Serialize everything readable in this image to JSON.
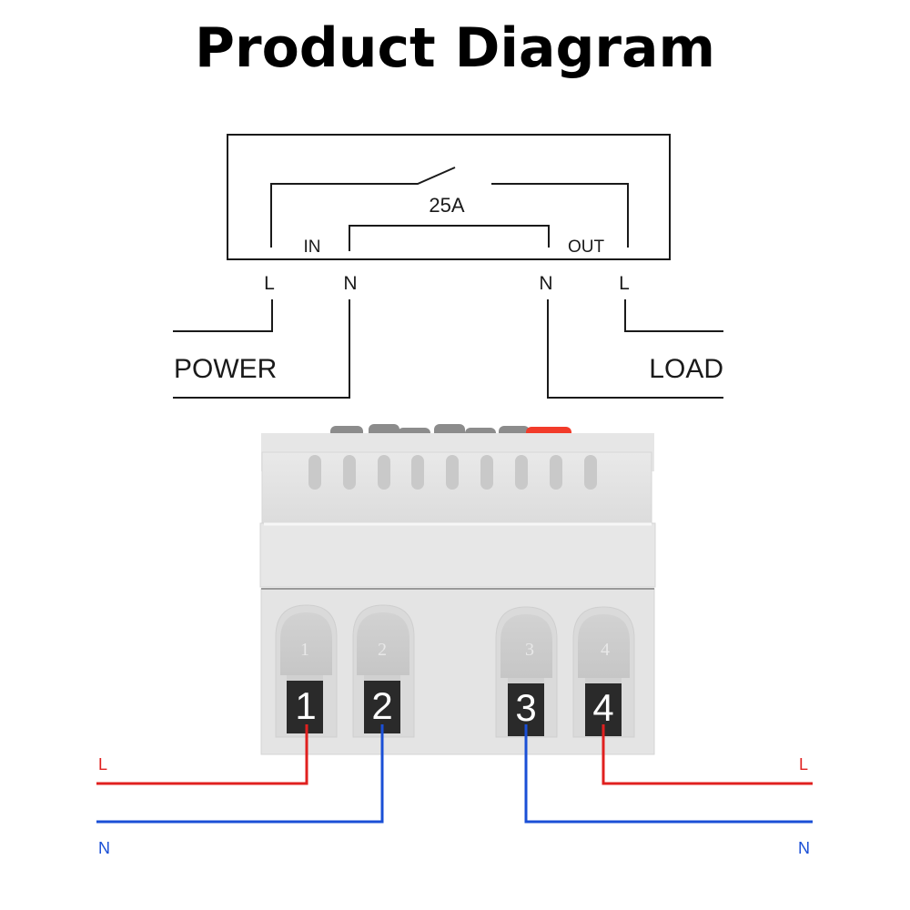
{
  "title": "Product Diagram",
  "schematic": {
    "rating": "25A",
    "in_label": "IN",
    "out_label": "OUT",
    "terminals": [
      "L",
      "N",
      "N",
      "L"
    ],
    "power_label": "POWER",
    "load_label": "LOAD"
  },
  "device": {
    "terminal_numbers": [
      "1",
      "2",
      "3",
      "4"
    ],
    "button_colors": [
      "#8c8c8c",
      "#8c8c8c",
      "#8c8c8c",
      "#8c8c8c",
      "#8c8c8c",
      "#8c8c8c",
      "#f23b2a"
    ]
  },
  "wiring": {
    "left_live_label": "L",
    "left_neutral_label": "N",
    "right_live_label": "L",
    "right_neutral_label": "N",
    "live_color": "#e0201f",
    "neutral_color": "#1a4fd6"
  }
}
